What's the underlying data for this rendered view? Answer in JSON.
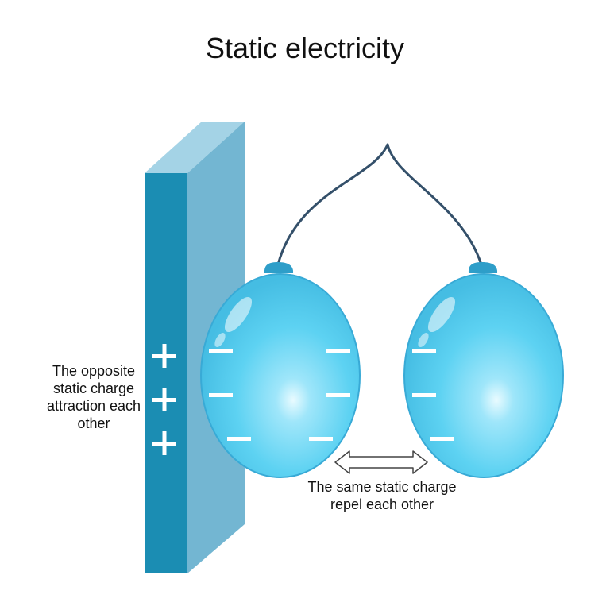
{
  "title": "Static electricity",
  "labels": {
    "attraction": "The opposite static charge attraction each other",
    "repulsion": "The same static charge repel each other"
  },
  "charges": {
    "wall": "+",
    "balloon": "−"
  },
  "colors": {
    "wall_front": "#1b8db3",
    "wall_side": "#73b6d2",
    "wall_top": "#a4d3e6",
    "balloon": "#5dd2f2",
    "balloon_edge": "#2f97c4",
    "string": "#34506a"
  }
}
